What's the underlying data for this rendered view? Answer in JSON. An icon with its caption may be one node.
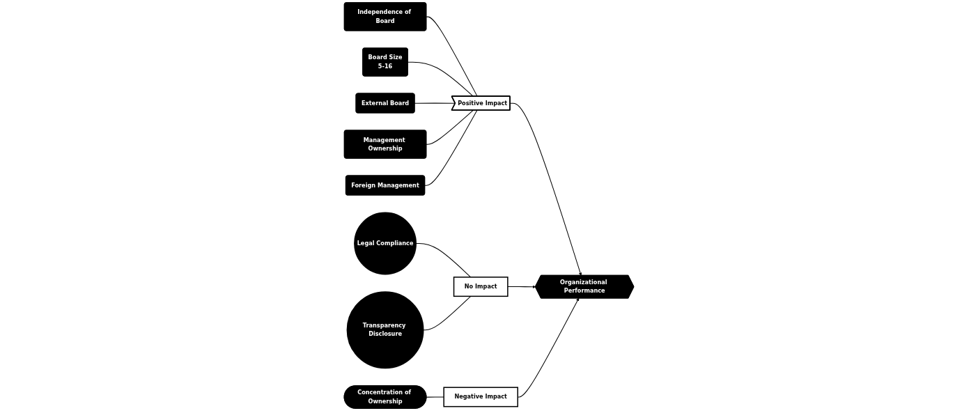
{
  "diagram": {
    "nodes": [
      {
        "text": [
          "Independence of Board"
        ]
      },
      {
        "text": [
          "Board Size",
          "5-16"
        ]
      },
      {
        "text": [
          "External Board"
        ]
      },
      {
        "text": [
          "Management Ownership"
        ]
      },
      {
        "text": [
          "Foreign Management"
        ]
      },
      {
        "text": [
          "Positive Impact"
        ]
      },
      {
        "text": [
          "Organizational Performance"
        ]
      },
      {
        "text": [
          "No Impact"
        ]
      },
      {
        "text": [
          "Legal Compliance"
        ]
      },
      {
        "text": [
          "Transparency Disclosure"
        ]
      },
      {
        "text": [
          "Negative Impact"
        ]
      },
      {
        "text": [
          "Concentration of Ownership"
        ]
      }
    ],
    "edges": [
      {
        "from": 0,
        "to": 5,
        "arrow": "none"
      },
      {
        "from": 1,
        "to": 5,
        "arrow": "none"
      },
      {
        "from": 2,
        "to": 5,
        "arrow": "none"
      },
      {
        "from": 3,
        "to": 5,
        "arrow": "none"
      },
      {
        "from": 4,
        "to": 5,
        "arrow": "none"
      },
      {
        "from": 5,
        "to": 6,
        "arrow": "to"
      },
      {
        "from": 8,
        "to": 7,
        "arrow": "none"
      },
      {
        "from": 9,
        "to": 7,
        "arrow": "none"
      },
      {
        "from": 7,
        "to": 6,
        "arrow": "to"
      },
      {
        "from": 11,
        "to": 10,
        "arrow": "none"
      },
      {
        "from": 10,
        "to": 6,
        "arrow": "to"
      }
    ]
  }
}
